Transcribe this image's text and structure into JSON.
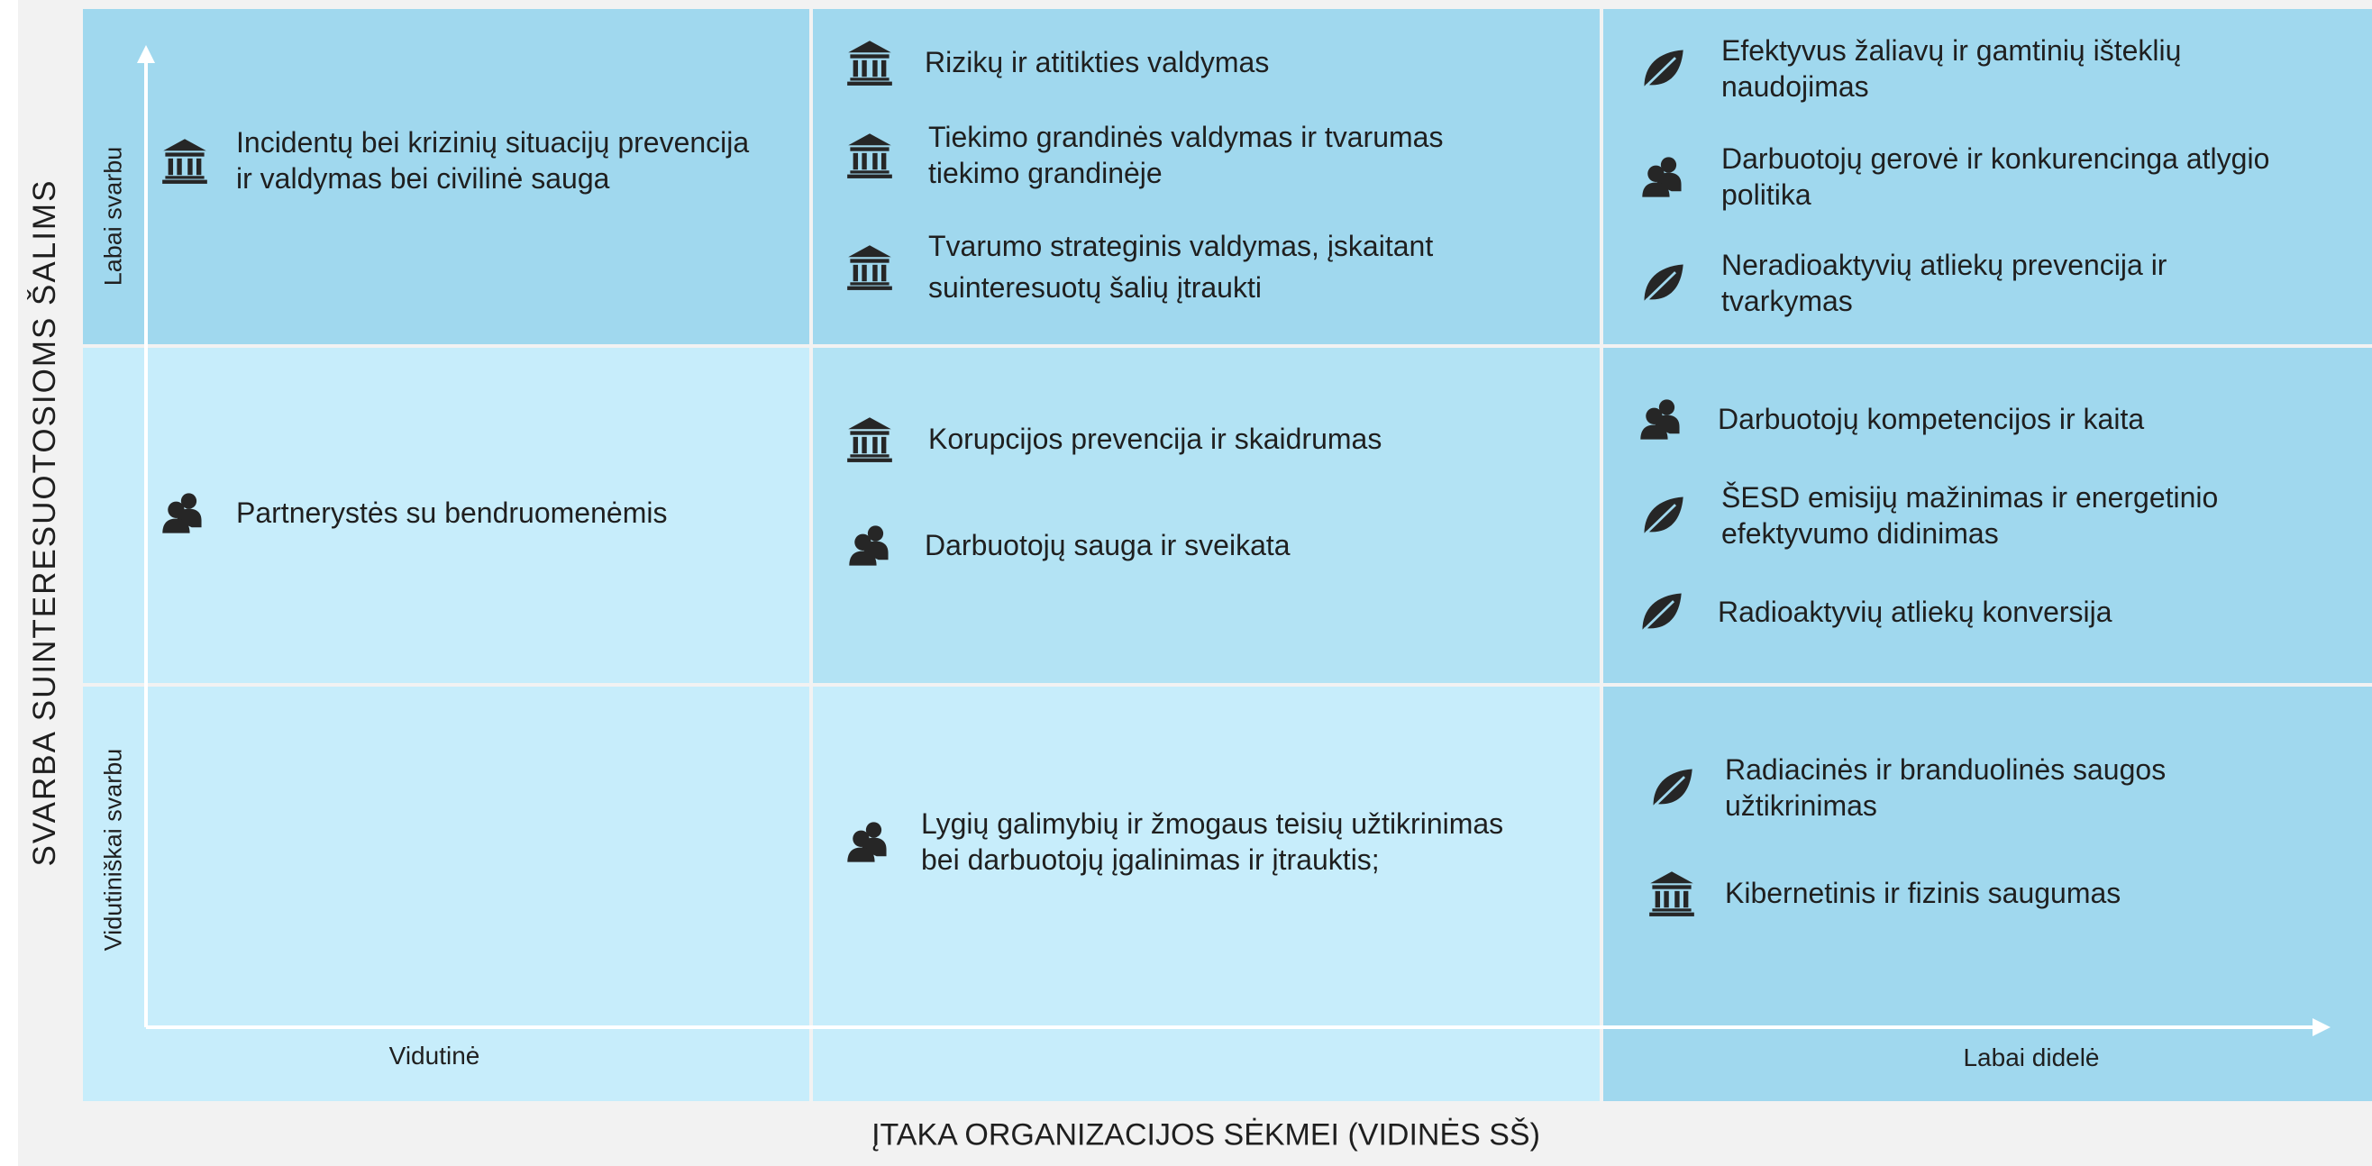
{
  "axes": {
    "y_title": "SVARBA  SUINTERESUOTOSIOMS  ŠALIMS",
    "y_levels": [
      "Labai svarbu",
      "Vidutiniškai svarbu"
    ],
    "x_title": "ĮTAKA ORGANIZACIJOS SĖKMEI (VIDINĖS SŠ)",
    "x_levels": [
      "Vidutinė",
      "Labai didelė"
    ]
  },
  "colors": {
    "dark": "#a0d8ee",
    "mid": "#b3e3f4",
    "light": "#c7edfb",
    "axis": "#ffffff",
    "border": "#f2f2f2",
    "icon": "#262626"
  },
  "legend_icons": {
    "governance": "building-columns-icon",
    "social": "people-icon",
    "environment": "leaf-icon"
  },
  "cells": {
    "top_left": {
      "items": [
        {
          "icon": "building",
          "text": "Incidentų bei krizinių situacijų prevencija ir valdymas bei civilinė sauga"
        }
      ]
    },
    "top_middle": {
      "items": [
        {
          "icon": "building",
          "text": "Rizikų ir atitikties valdymas"
        },
        {
          "icon": "building",
          "text": "Tiekimo grandinės valdymas ir tvarumas tiekimo grandinėje"
        },
        {
          "icon": "building",
          "text": "Tvarumo strateginis valdymas, įskaitant suinteresuotų šalių įtraukti"
        }
      ]
    },
    "top_right": {
      "items": [
        {
          "icon": "leaf",
          "text": "Efektyvus žaliavų ir gamtinių išteklių naudojimas"
        },
        {
          "icon": "people",
          "text": "Darbuotojų gerovė ir konkurencinga atlygio politika"
        },
        {
          "icon": "leaf",
          "text": "Neradioaktyvių atliekų prevencija ir tvarkymas"
        }
      ]
    },
    "mid_left": {
      "items": [
        {
          "icon": "people",
          "text": "Partnerystės su bendruomenėmis"
        }
      ]
    },
    "mid_middle": {
      "items": [
        {
          "icon": "building",
          "text": "Korupcijos prevencija ir skaidrumas"
        },
        {
          "icon": "people",
          "text": "Darbuotojų sauga ir sveikata"
        }
      ]
    },
    "mid_right": {
      "items": [
        {
          "icon": "people",
          "text": "Darbuotojų kompetencijos ir kaita"
        },
        {
          "icon": "leaf",
          "text": "ŠESD emisijų mažinimas ir energetinio efektyvumo didinimas"
        },
        {
          "icon": "leaf",
          "text": "Radioaktyvių atliekų konversija"
        }
      ]
    },
    "bottom_left": {
      "items": []
    },
    "bottom_middle": {
      "items": [
        {
          "icon": "people",
          "text": "Lygių galimybių ir žmogaus teisių užtikrinimas bei darbuotojų įgalinimas ir įtrauktis;"
        }
      ]
    },
    "bottom_right": {
      "items": [
        {
          "icon": "leaf",
          "text": "Radiacinės ir branduolinės saugos užtikrinimas"
        },
        {
          "icon": "building",
          "text": "Kibernetinis ir fizinis saugumas"
        }
      ]
    }
  }
}
